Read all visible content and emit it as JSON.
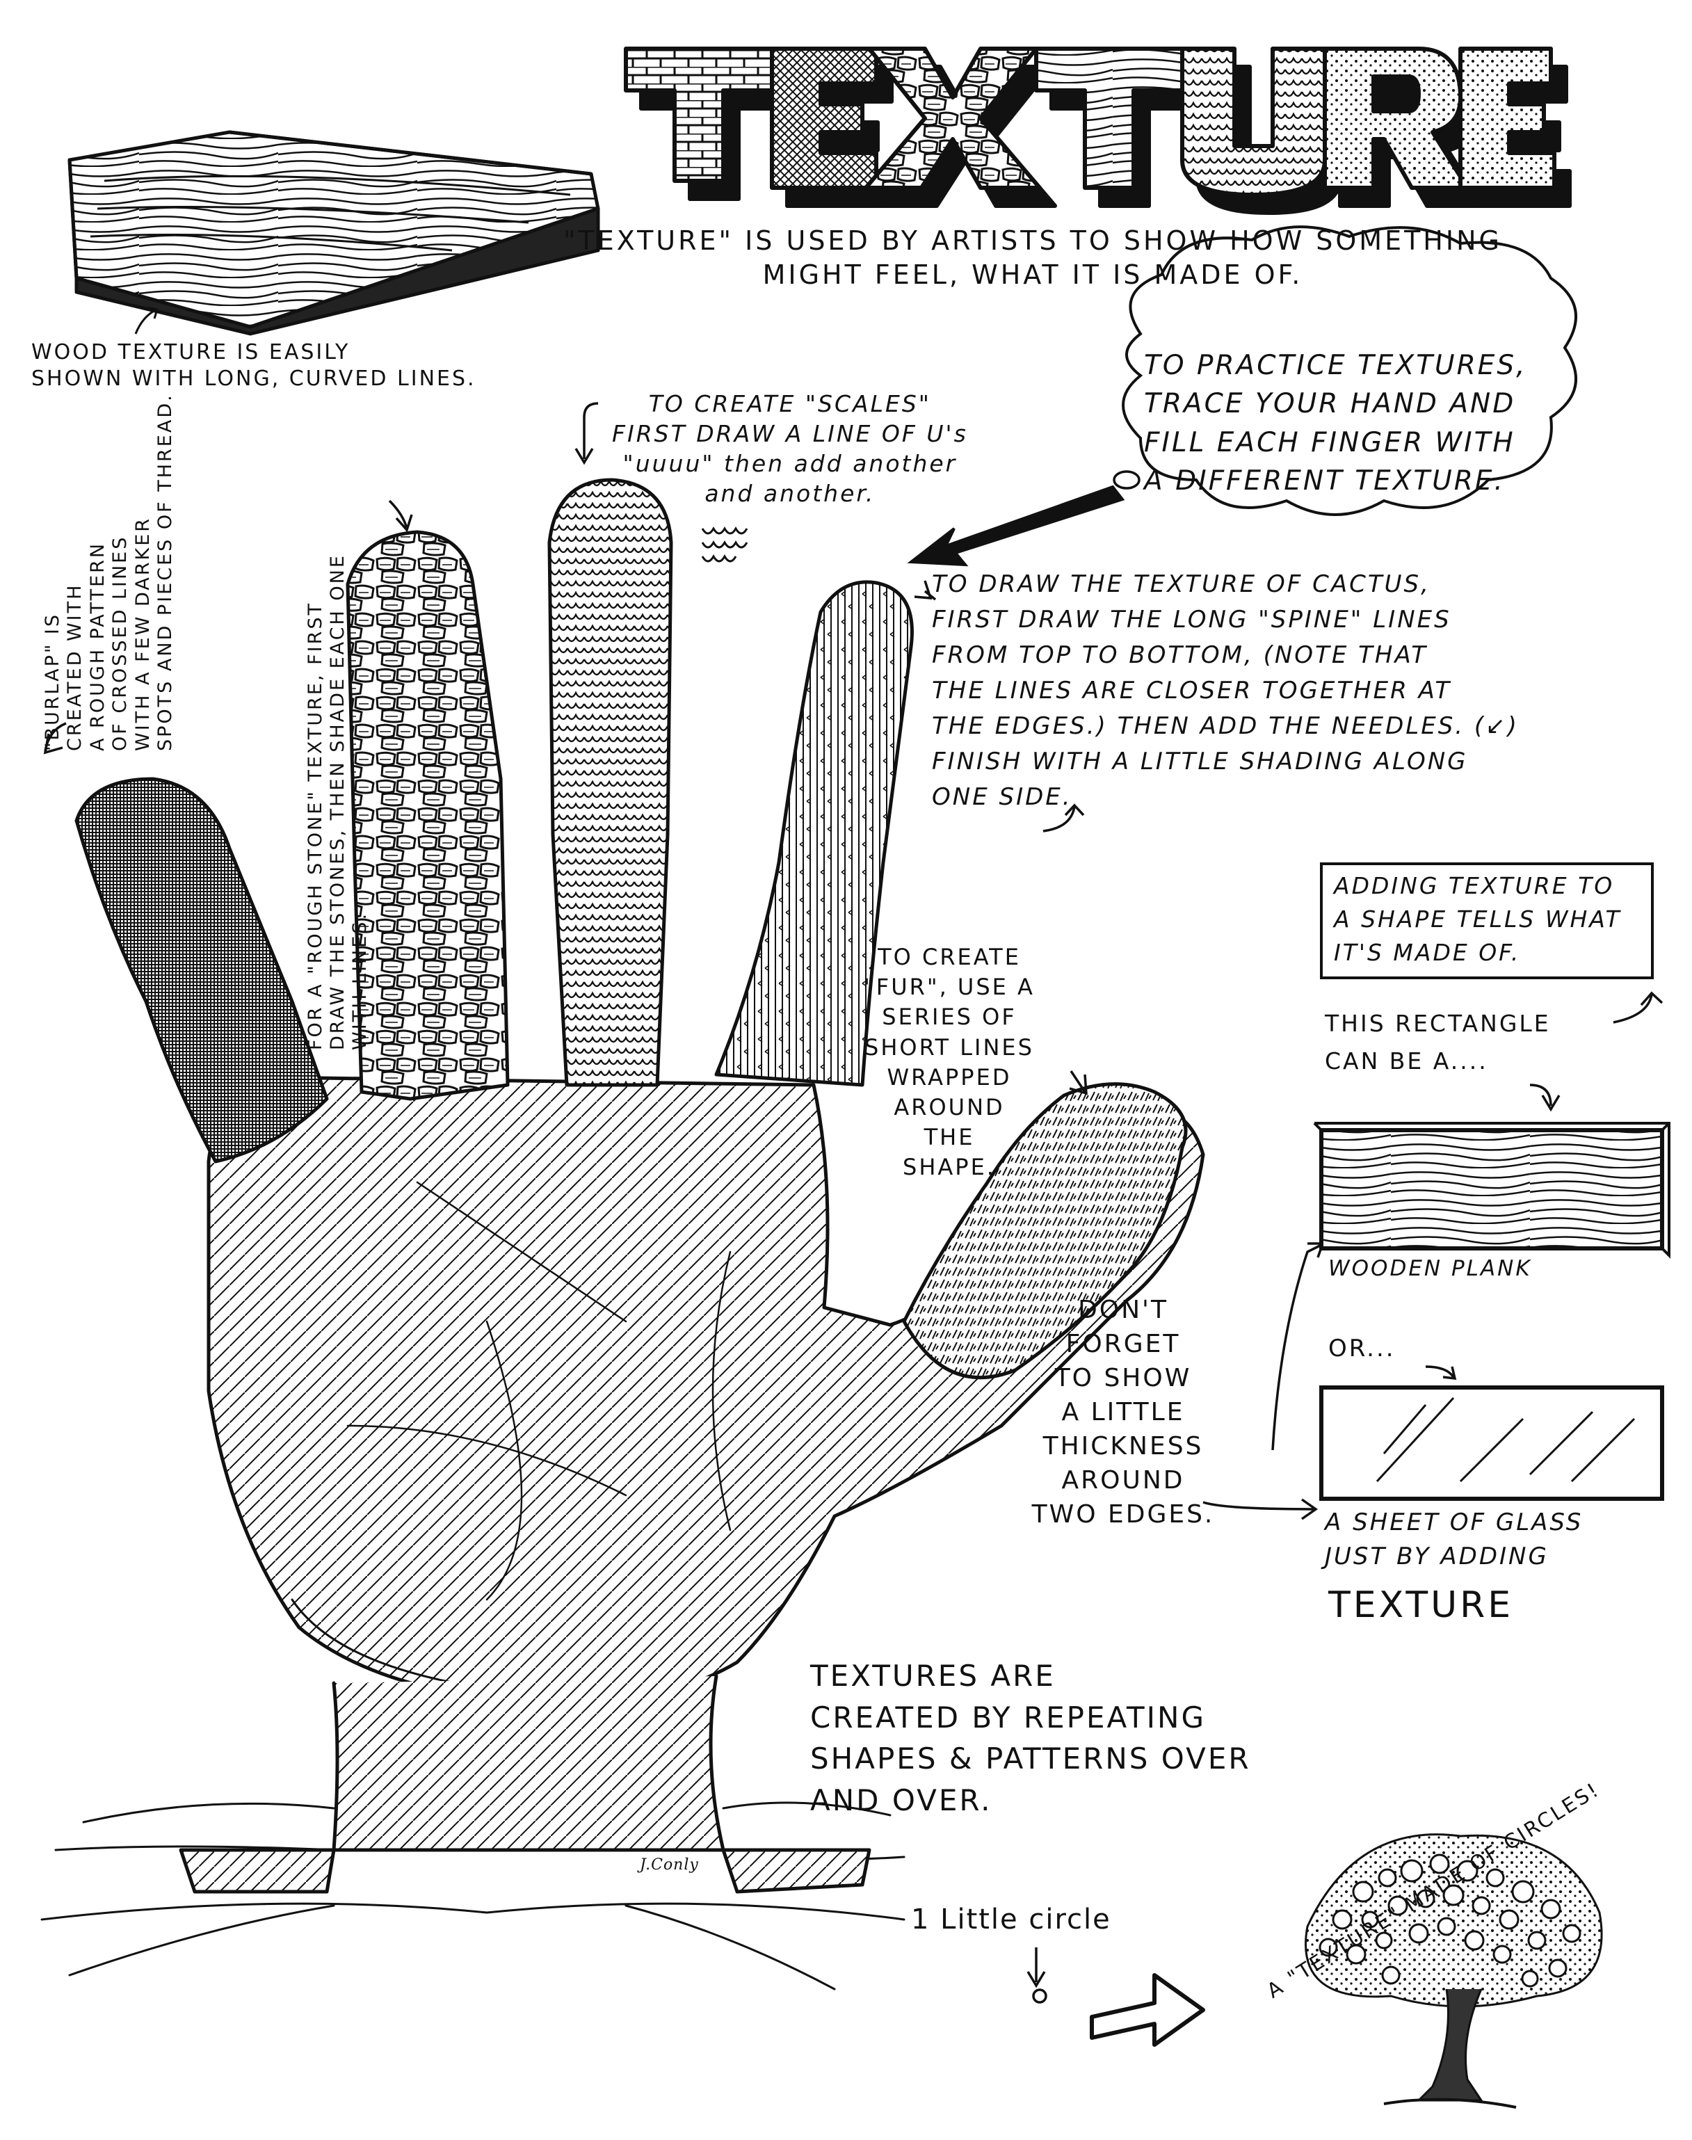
{
  "title": "TEXTURE",
  "intro": "\"TEXTURE\" IS USED BY ARTISTS TO SHOW HOW SOMETHING\nMIGHT FEEL, WHAT IT IS MADE OF.",
  "wood_note": "WOOD TEXTURE IS EASILY\nSHOWN WITH LONG, CURVED LINES.",
  "practice_bubble": "TO PRACTICE TEXTURES,\nTRACE YOUR HAND AND\nFILL EACH FINGER WITH\nA DIFFERENT TEXTURE.",
  "scales_note": "TO CREATE \"SCALES\"\nFIRST DRAW A LINE OF U's\n\"uuuu\" then add another\nand another.",
  "burlap_note": "\"BURLAP\" IS\nCREATED WITH\nA ROUGH PATTERN\nOF CROSSED LINES\nWITH A FEW DARKER\nSPOTS AND PIECES OF THREAD.",
  "stone_note": "FOR A \"ROUGH STONE\" TEXTURE, FIRST\nDRAW THE STONES, THEN SHADE EACH ONE\nWITH LINES.",
  "cactus_note": "TO DRAW THE TEXTURE OF CACTUS,\nFIRST DRAW THE LONG \"SPINE\" LINES\nFROM TOP TO BOTTOM, (NOTE THAT\nTHE LINES ARE CLOSER TOGETHER AT\nTHE EDGES.) THEN ADD THE NEEDLES. (↙)\nFINISH WITH A LITTLE SHADING ALONG\nONE SIDE.",
  "fur_note": "TO CREATE\n\"FUR\", USE A\nSERIES OF\nSHORT LINES\nWRAPPED\nAROUND\nTHE\nSHAPE.",
  "adding_box": "ADDING TEXTURE TO\nA SHAPE TELLS WHAT\nIT'S MADE OF.",
  "rectangle_note": "THIS RECTANGLE\nCAN BE A....",
  "wooden_plank_label": "WOODEN PLANK",
  "or_label": "OR...",
  "glass_label": "A SHEET OF GLASS\nJUST BY ADDING",
  "texture_word": "TEXTURE",
  "thickness_note": "DON'T\nFORGET\nTO SHOW\nA LITTLE\nTHICKNESS\nAROUND\nTWO EDGES.",
  "repeating_note": "TEXTURES ARE\nCREATED BY REPEATING\nSHAPES & PATTERNS OVER\nAND OVER.",
  "little_circle": "1 Little circle",
  "tree_note": "A \"TEXTURE\" MADE OF CIRCLES!",
  "signature": "J.Conly",
  "colors": {
    "ink": "#111111",
    "paper": "#ffffff",
    "shade": "#555555"
  }
}
